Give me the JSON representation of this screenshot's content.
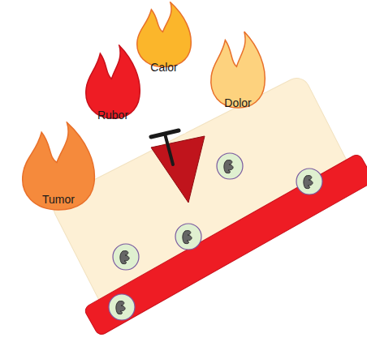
{
  "diagram": {
    "nodes": [
      {
        "text": [
          "Calor"
        ]
      },
      {
        "text": [
          "Rubor"
        ]
      },
      {
        "text": [
          "Dolor"
        ]
      },
      {
        "text": [
          "Tumor"
        ]
      }
    ]
  }
}
